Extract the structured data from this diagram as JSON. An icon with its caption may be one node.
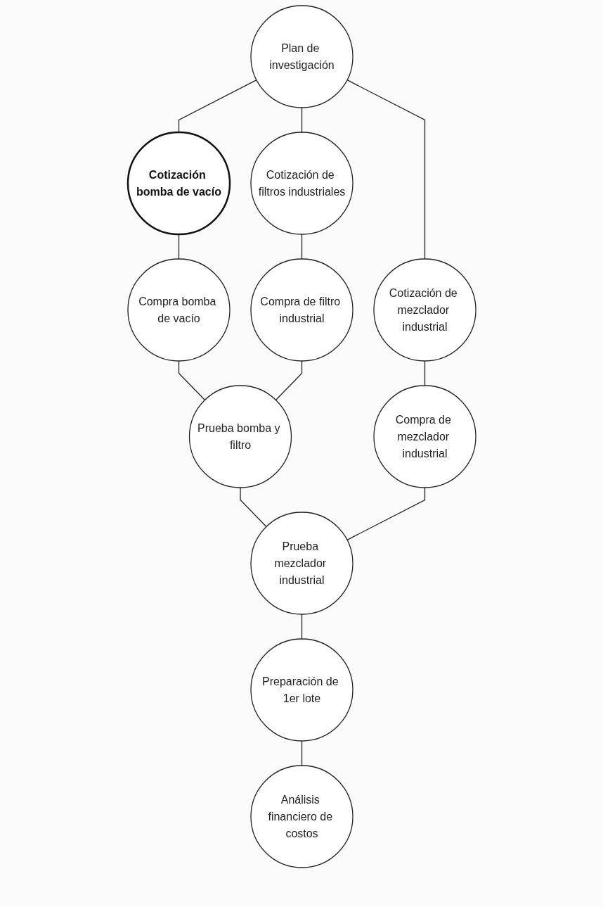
{
  "diagram": {
    "nodes": [
      {
        "text": [
          "Plan de investigación"
        ]
      },
      {
        "text": [
          "Cotización bomba de vacío"
        ]
      },
      {
        "text": [
          "Cotización de filtros industriales"
        ]
      },
      {
        "text": [
          "Cotización de mezclador industrial"
        ]
      },
      {
        "text": [
          "Compra bomba de vacío"
        ]
      },
      {
        "text": [
          "Compra de filtro industrial"
        ]
      },
      {
        "text": [
          "Compra de mezclador industrial"
        ]
      },
      {
        "text": [
          "Prueba bomba y filtro"
        ]
      },
      {
        "text": [
          "Prueba mezclador industrial"
        ]
      },
      {
        "text": [
          "Preparación de 1er lote"
        ]
      },
      {
        "text": [
          "Análisis financiero de costos"
        ]
      }
    ],
    "edges": [
      {
        "from": 0,
        "to": 1,
        "arrow": "none"
      },
      {
        "from": 0,
        "to": 2,
        "arrow": "none"
      },
      {
        "from": 0,
        "to": 3,
        "arrow": "none"
      },
      {
        "from": 1,
        "to": 4,
        "arrow": "none"
      },
      {
        "from": 2,
        "to": 5,
        "arrow": "none"
      },
      {
        "from": 3,
        "to": 6,
        "arrow": "none"
      },
      {
        "from": 4,
        "to": 7,
        "arrow": "none"
      },
      {
        "from": 5,
        "to": 7,
        "arrow": "none"
      },
      {
        "from": 7,
        "to": 8,
        "arrow": "none"
      },
      {
        "from": 6,
        "to": 8,
        "arrow": "none"
      },
      {
        "from": 8,
        "to": 9,
        "arrow": "none"
      },
      {
        "from": 9,
        "to": 10,
        "arrow": "none"
      }
    ]
  }
}
